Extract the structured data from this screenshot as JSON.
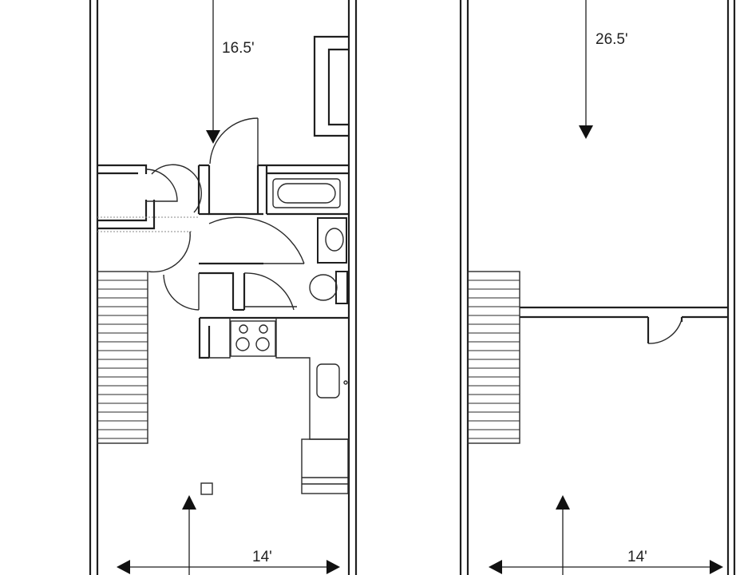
{
  "floor_plans": [
    {
      "id": "lower-level",
      "depth_label": "16.5'",
      "width_label": "14'"
    },
    {
      "id": "upper-level",
      "depth_label": "26.5'",
      "width_label": "14'"
    }
  ],
  "icons": {
    "stairs": "stairs-icon",
    "door": "door-swing-icon",
    "bathtub": "bathtub-icon",
    "toilet": "toilet-icon",
    "sink": "sink-icon",
    "stove": "stove-icon",
    "kitchen_sink": "kitchen-sink-icon",
    "arrow": "dimension-arrow-icon"
  }
}
